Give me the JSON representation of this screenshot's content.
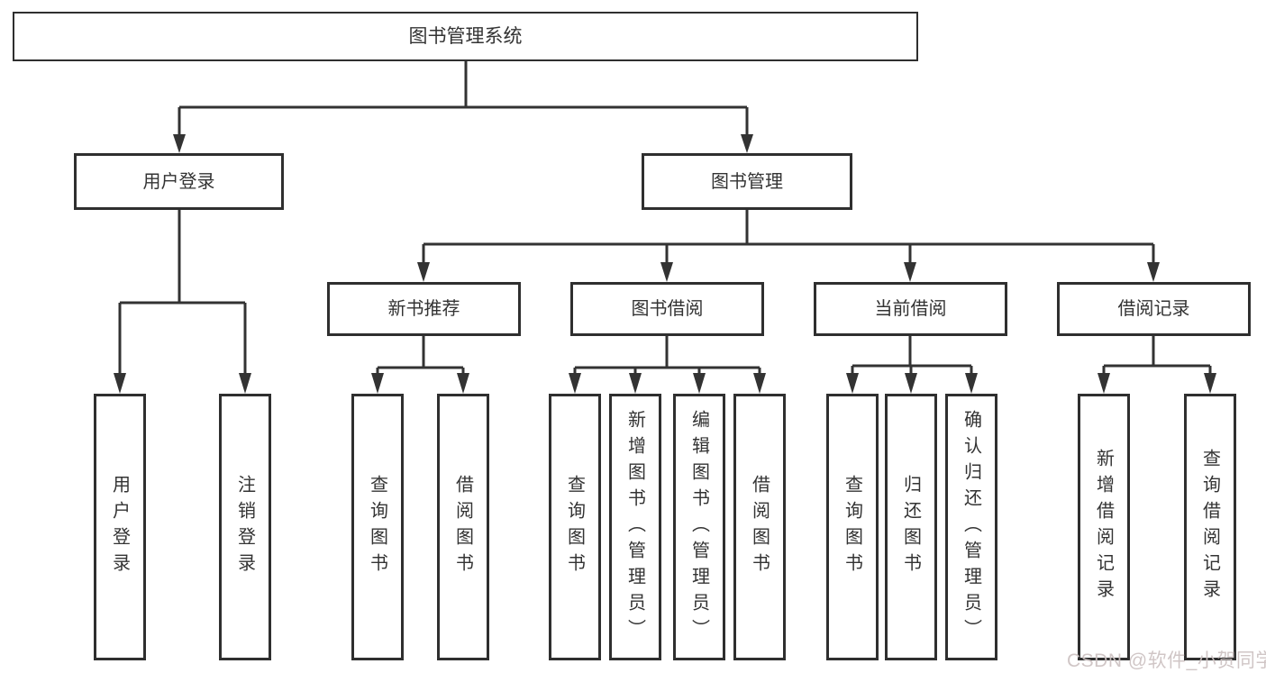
{
  "diagram": {
    "type": "tree",
    "root": {
      "label": "图书管理系统",
      "children": [
        {
          "label": "用户登录",
          "children": [
            {
              "label": "用户登录"
            },
            {
              "label": "注销登录"
            }
          ]
        },
        {
          "label": "图书管理",
          "children": [
            {
              "label": "新书推荐",
              "children": [
                {
                  "label": "查询图书"
                },
                {
                  "label": "借阅图书"
                }
              ]
            },
            {
              "label": "图书借阅",
              "children": [
                {
                  "label": "查询图书"
                },
                {
                  "label": "新增图书（管理员）"
                },
                {
                  "label": "编辑图书（管理员）"
                },
                {
                  "label": "借阅图书"
                }
              ]
            },
            {
              "label": "当前借阅",
              "children": [
                {
                  "label": "查询图书"
                },
                {
                  "label": "归还图书"
                },
                {
                  "label": "确认归还（管理员）"
                }
              ]
            },
            {
              "label": "借阅记录",
              "children": [
                {
                  "label": "新增借阅记录"
                },
                {
                  "label": "查询借阅记录"
                }
              ]
            }
          ]
        }
      ]
    }
  },
  "watermark": {
    "text": "CSDN @软件_小贺同学"
  },
  "colors": {
    "background": "#ffffff",
    "box_fill": "#ffffff",
    "box_border": "#2f2f2f",
    "connector_line": "#333333",
    "text": "#333333",
    "watermark": "#ccc1c1"
  }
}
